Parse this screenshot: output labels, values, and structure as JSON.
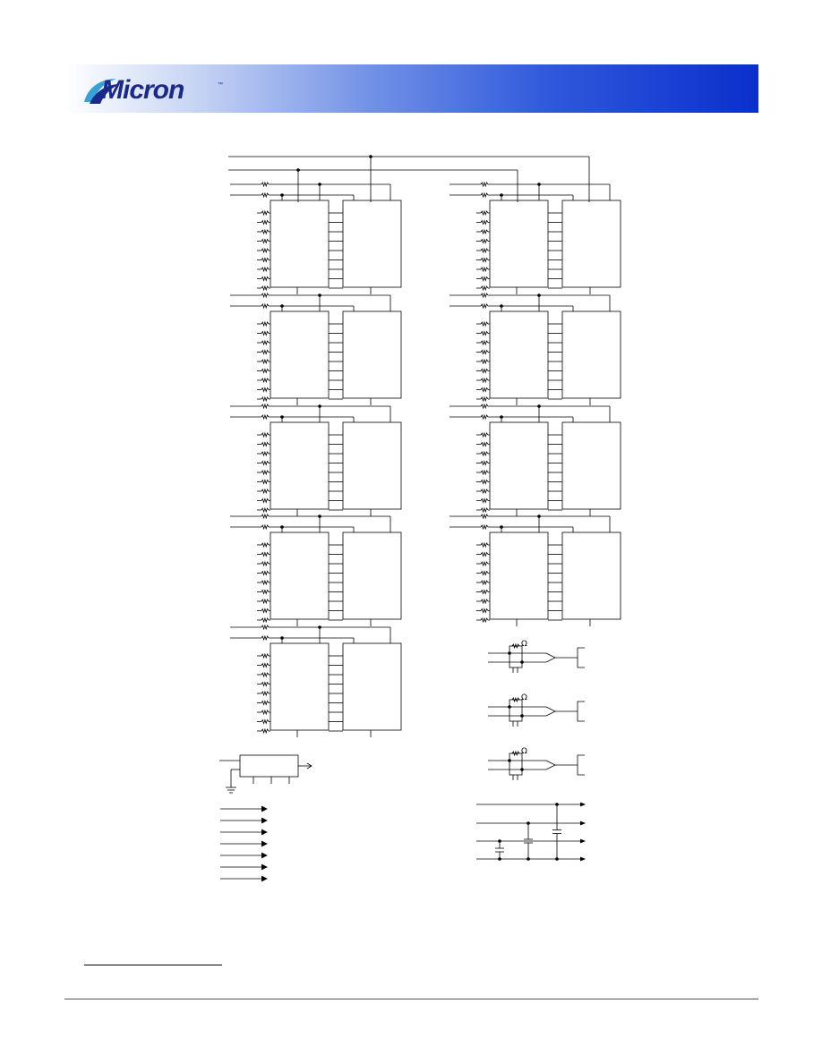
{
  "header": {
    "logo_text": "Micron",
    "brand_colors": {
      "logo": "#1a2a8a",
      "band_start": "#ffffff",
      "band_end": "#0a2fcc"
    }
  },
  "schematic": {
    "left_column_modules": 5,
    "right_column_modules": 4,
    "termination_blocks": 3,
    "termination_symbol": "Ω",
    "decoupling_caps": 3,
    "input_arrows": 7
  }
}
